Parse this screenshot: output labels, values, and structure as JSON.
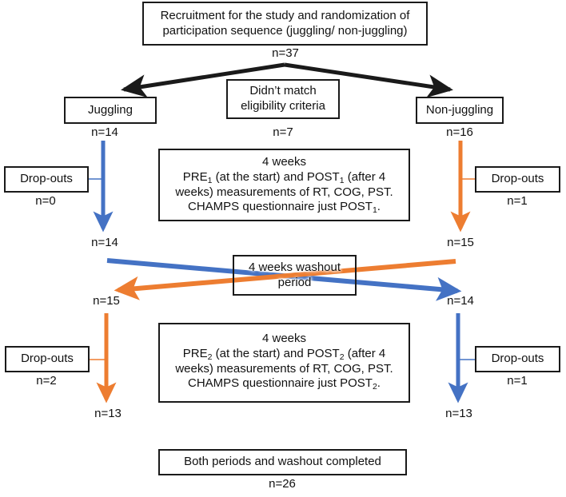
{
  "diagram": {
    "title": "CONSORT-style participant flow diagram",
    "colors": {
      "blue_arrow": "#4472C4",
      "orange_arrow": "#ED7D31",
      "black_arrow": "#1a1a1a",
      "box_border": "#1a1a1a",
      "background": "#ffffff"
    },
    "nodes": {
      "recruitment": {
        "text": "Recruitment for the study and randomization of participation sequence (juggling/ non-juggling)",
        "count": "n=37"
      },
      "juggling": {
        "text": "Juggling",
        "count": "n=14"
      },
      "ineligible": {
        "text": "Didn’t match eligibility criteria",
        "count": "n=7"
      },
      "non_juggling": {
        "text": "Non-juggling",
        "count": "n=16"
      },
      "period1": {
        "line1": "4 weeks",
        "line2_pre": "PRE",
        "line2_sub": "1",
        "line2_mid": " (at the start) and POST",
        "line2_sub2": "1",
        "line2_end": " (after 4",
        "line3": "weeks) measurements of RT, COG, PST.",
        "line4_pre": "CHAMPS questionnaire just POST",
        "line4_sub": "1",
        "line4_end": "."
      },
      "dropouts_left_top": {
        "text": "Drop-outs",
        "count": "n=0"
      },
      "dropouts_right_top": {
        "text": "Drop-outs",
        "count": "n=1"
      },
      "washout": {
        "text": "4 weeks washout period"
      },
      "period2": {
        "line1": "4 weeks",
        "line2_pre": "PRE",
        "line2_sub": "2",
        "line2_mid": " (at the start) and POST",
        "line2_sub2": "2",
        "line2_end": " (after 4",
        "line3": "weeks) measurements of RT, COG, PST.",
        "line4_pre": "CHAMPS questionnaire just POST",
        "line4_sub": "2",
        "line4_end": "."
      },
      "dropouts_left_bottom": {
        "text": "Drop-outs",
        "count": "n=2"
      },
      "dropouts_right_bottom": {
        "text": "Drop-outs",
        "count": "n=1"
      },
      "completed": {
        "text": "Both periods and washout completed",
        "count": "n=26"
      }
    },
    "counts": {
      "after_period1_left": "n=14",
      "after_period1_right": "n=15",
      "after_washout_left": "n=15",
      "after_washout_right": "n=14",
      "after_period2_left": "n=13",
      "after_period2_right": "n=13"
    }
  }
}
